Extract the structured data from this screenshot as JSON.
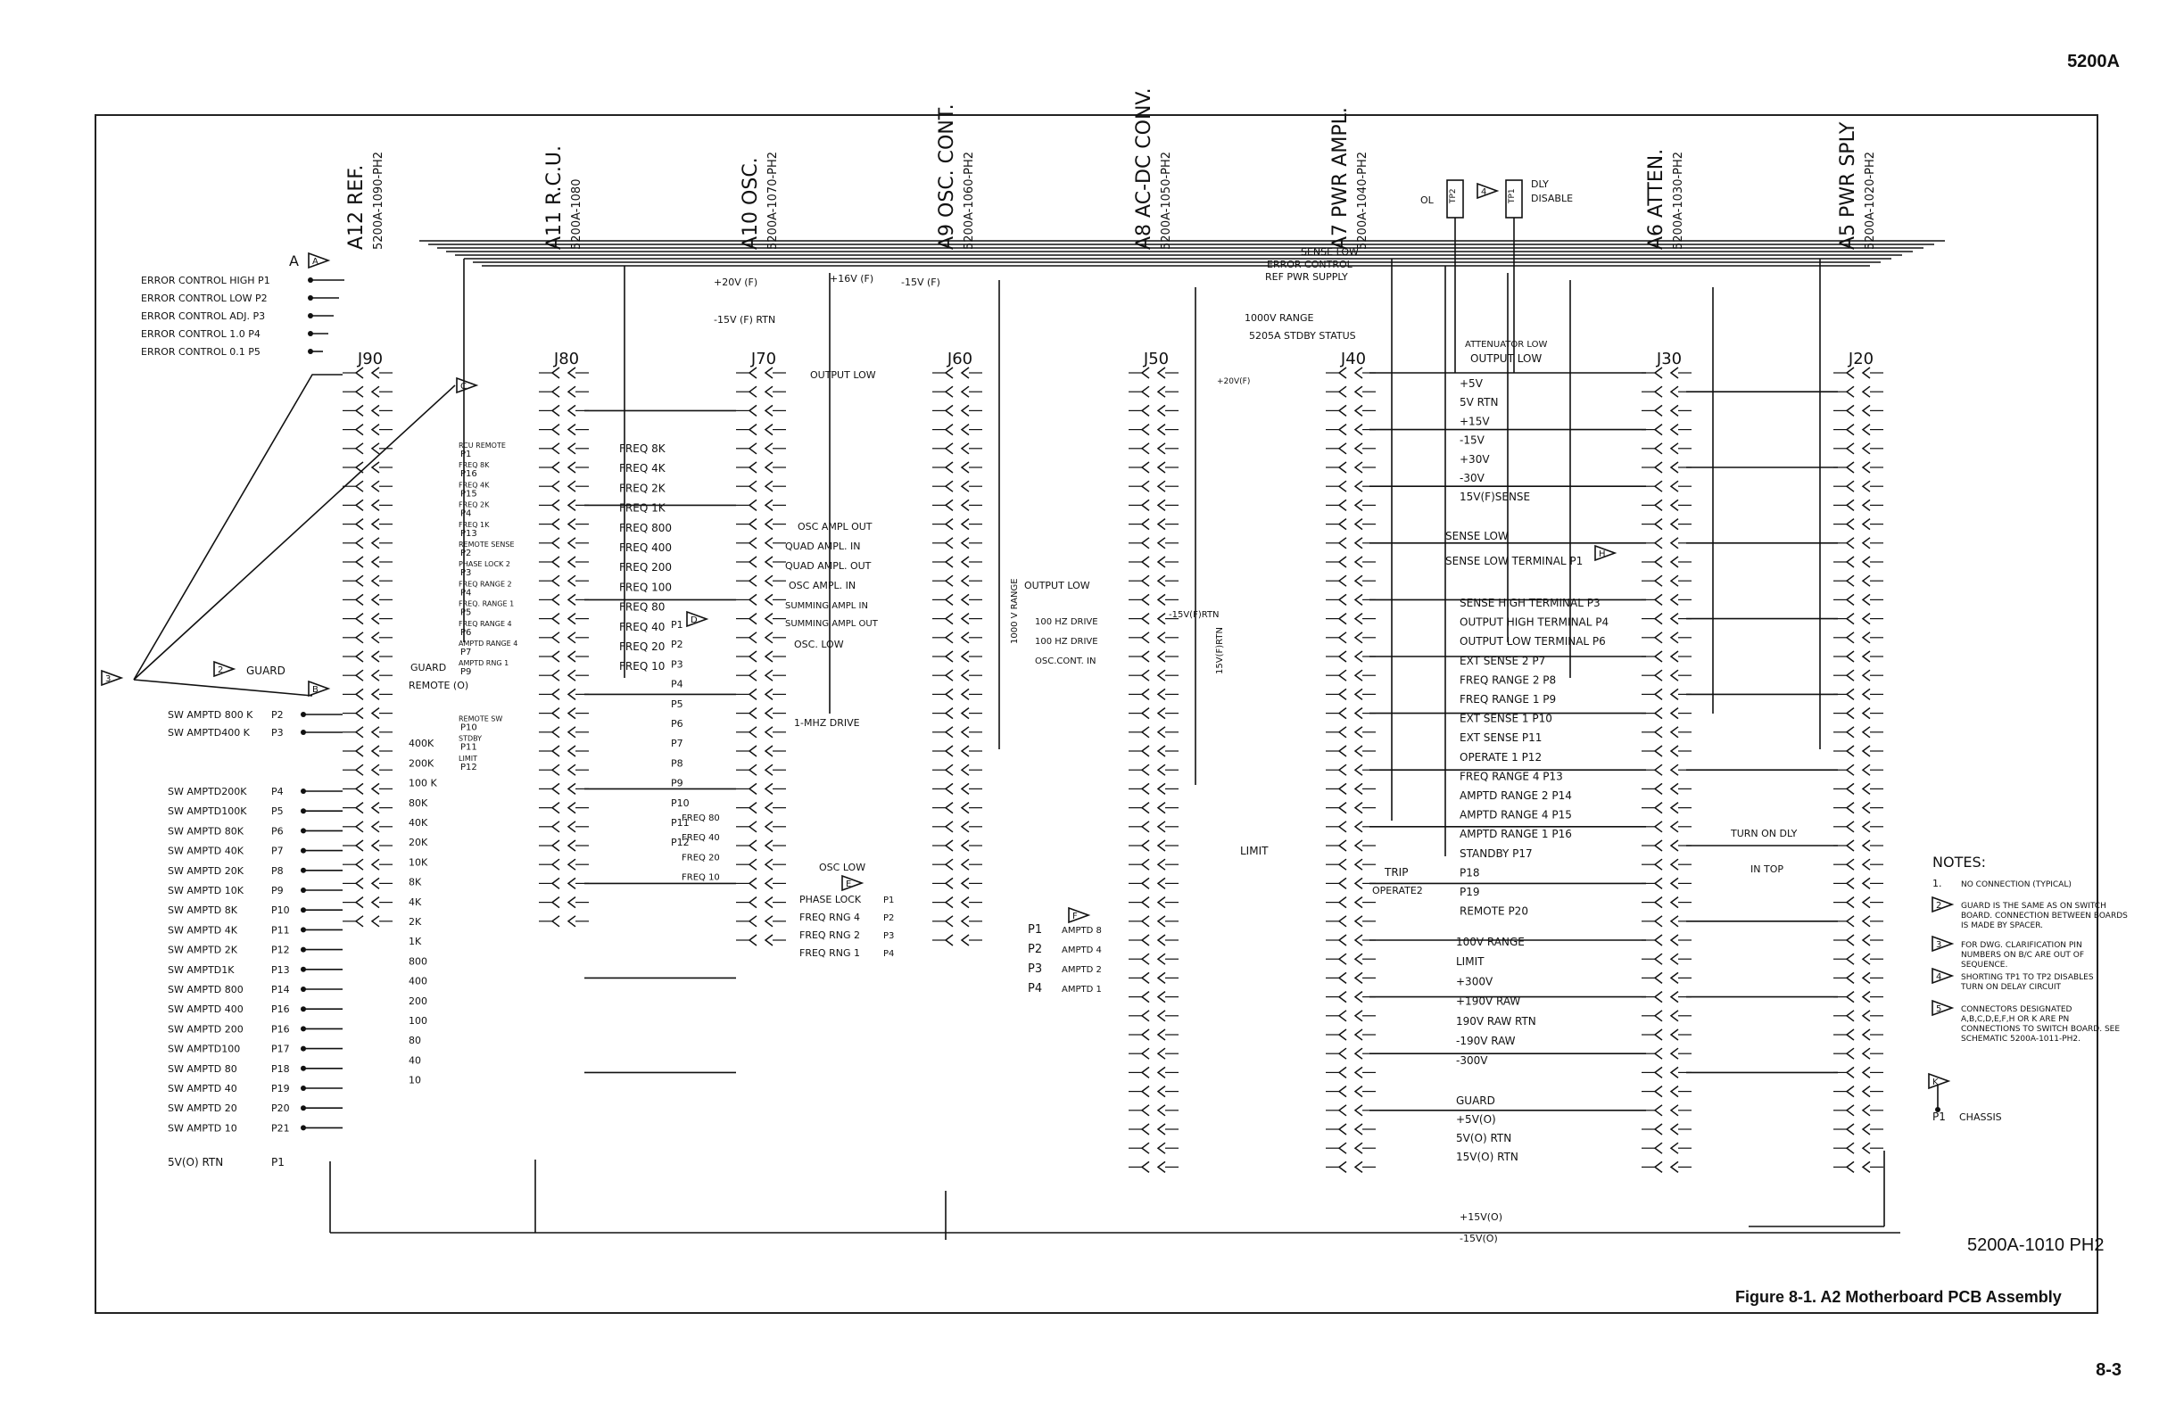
{
  "page": {
    "doc_number": "5200A",
    "page_number": "8-3",
    "figure_caption": "Figure 8-1. A2 Motherboard PCB Assembly",
    "drawing_number": "5200A-1010 PH2"
  },
  "assemblies": [
    {
      "id": "J90",
      "title": "A12 REF.",
      "part": "5200A-1090-PH2"
    },
    {
      "id": "J80",
      "title": "A11 R.C.U.",
      "part": "5200A-1080"
    },
    {
      "id": "J70",
      "title": "A10 OSC.",
      "part": "5200A-1070-PH2"
    },
    {
      "id": "J60",
      "title": "A9 OSC. CONT.",
      "part": "5200A-1060-PH2"
    },
    {
      "id": "J50",
      "title": "A8 AC-DC CONV.",
      "part": "5200A-1050-PH2"
    },
    {
      "id": "J40",
      "title": "A7 PWR AMPL.",
      "part": "5200A-1040-PH2"
    },
    {
      "id": "J30",
      "title": "A6 ATTEN.",
      "part": "5200A-1030-PH2"
    },
    {
      "id": "J20",
      "title": "A5 PWR SPLY",
      "part": "5200A-1020-PH2"
    }
  ],
  "top_markers": {
    "ol": "OL",
    "tp2": "TP2",
    "tp1": "TP1",
    "dly_disable": "DLY DISABLE",
    "marker_a": "A",
    "marker_b": "B",
    "marker_c": "C",
    "marker_d": "D",
    "marker_e": "E",
    "marker_f": "F",
    "marker_h": "H",
    "marker_k": "K",
    "note_ref_1": "1",
    "note_ref_2": "2",
    "note_ref_3": "3",
    "note_ref_4": "4",
    "note_ref_5": "5"
  },
  "bus_labels": {
    "sense_low": "SENSE LOW",
    "error_control": "ERROR CONTROL",
    "ref_pwr_supply": "REF PWR SUPPLY",
    "plus20v": "+20V (F)",
    "plus16v": "+16V (F)",
    "minus15v": "-15V (F)",
    "minus15v_rtn": "-15V (F) RTN",
    "range_1000v": "1000V RANGE",
    "stdby_status": "5205A STDBY STATUS",
    "output_low": "OUTPUT LOW",
    "plus20v_f": "+20V(F)",
    "osc_ampl_out": "OSC AMPL OUT",
    "quad_ampl_in": "QUAD AMPL. IN",
    "quad_ampl_out": "QUAD AMPL. OUT",
    "osc_ampl_in": "OSC AMPL. IN",
    "summing_ampl_in": "SUMMING AMPL IN",
    "summing_ampl_out": "SUMMING AMPL OUT",
    "osc_low_70": "OSC. LOW",
    "mhz_drive": "1-MHZ DRIVE",
    "osc_low": "OSC LOW",
    "v1000_range": "1000 V RANGE",
    "output_low_50": "OUTPUT LOW",
    "hz100_drive": "100 HZ DRIVE",
    "hz100_drive2": "100 HZ DRIVE",
    "osc_cont_in": "OSC.CONT. IN",
    "minus15v_rtn_50": "-15V(F)RTN",
    "minus15v_v": "15V(F)RTN",
    "guard": "GUARD",
    "limit": "LIMIT",
    "trip": "TRIP",
    "operate2": "OPERATE2",
    "turn_on_dly": "TURN ON DLY",
    "in_top": "IN TOP",
    "plus15v_o": "+15V(O)",
    "minus15v_o": "-15V(O)"
  },
  "left_signals": [
    {
      "label": "ERROR CONTROL HIGH",
      "pin": "P1"
    },
    {
      "label": "ERROR CONTROL LOW",
      "pin": "P2"
    },
    {
      "label": "ERROR CONTROL ADJ.",
      "pin": "P3"
    },
    {
      "label": "ERROR CONTROL 1.0",
      "pin": "P4"
    },
    {
      "label": "ERROR CONTROL 0.1",
      "pin": "P5"
    }
  ],
  "sw_signals": [
    {
      "label": "SW AMPTD 800 K",
      "pin": "P2"
    },
    {
      "label": "SW AMPTD400 K",
      "pin": "P3"
    },
    {
      "label": "SW AMPTD200K",
      "pin": "P4"
    },
    {
      "label": "SW AMPTD100K",
      "pin": "P5"
    },
    {
      "label": "SW AMPTD 80K",
      "pin": "P6"
    },
    {
      "label": "SW AMPTD 40K",
      "pin": "P7"
    },
    {
      "label": "SW AMPTD 20K",
      "pin": "P8"
    },
    {
      "label": "SW AMPTD 10K",
      "pin": "P9"
    },
    {
      "label": "SW AMPTD 8K",
      "pin": "P10"
    },
    {
      "label": "SW AMPTD 4K",
      "pin": "P11"
    },
    {
      "label": "SW AMPTD 2K",
      "pin": "P12"
    },
    {
      "label": "SW AMPTD1K",
      "pin": "P13"
    },
    {
      "label": "SW AMPTD 800",
      "pin": "P14"
    },
    {
      "label": "SW AMPTD 400",
      "pin": "P16"
    },
    {
      "label": "SW AMPTD 200",
      "pin": "P16"
    },
    {
      "label": "SW AMPTD100",
      "pin": "P17"
    },
    {
      "label": "SW AMPTD 80",
      "pin": "P18"
    },
    {
      "label": "SW AMPTD 40",
      "pin": "P19"
    },
    {
      "label": "SW AMPTD 20",
      "pin": "P20"
    },
    {
      "label": "SW AMPTD 10",
      "pin": "P21"
    }
  ],
  "rtn_label": "5V(O) RTN",
  "rtn_pin": "P1",
  "j90_right_labels": [
    "REMOTE (O)",
    "400K",
    "200K",
    "100 K",
    "80K",
    "40K",
    "20K",
    "10K",
    "8K",
    "4K",
    "2K",
    "1K",
    "800",
    "400",
    "200",
    "100",
    "80",
    "40",
    "10"
  ],
  "j80_signals": [
    {
      "label": "RCU REMOTE",
      "pin": "P1"
    },
    {
      "label": "FREQ 8K",
      "pin": "P16"
    },
    {
      "label": "FREQ 4K",
      "pin": "P15"
    },
    {
      "label": "FREQ 2K",
      "pin": "P4"
    },
    {
      "label": "FREQ 1K",
      "pin": "P13"
    },
    {
      "label": "REMOTE SENSE",
      "pin": "P2"
    },
    {
      "label": "PHASE LOCK 2",
      "pin": "P3"
    },
    {
      "label": "FREQ RANGE 2",
      "pin": "P4"
    },
    {
      "label": "FREQ. RANGE 1",
      "pin": "P5"
    },
    {
      "label": "FREQ RANGE 4",
      "pin": "P6"
    },
    {
      "label": "AMPTD RANGE 4",
      "pin": "P7"
    },
    {
      "label": "AMPTD RNG 1",
      "pin": "P9"
    },
    {
      "label": "REMOTE SW",
      "pin": "P10"
    },
    {
      "label": "STDBY",
      "pin": "P11"
    },
    {
      "label": "LIMIT",
      "pin": "P12"
    }
  ],
  "j80_freq_labels": [
    "FREQ 8K",
    "FREQ 4K",
    "FREQ 2K",
    "FREQ 1K",
    "FREQ 800",
    "FREQ 400",
    "FREQ 200",
    "FREQ 100",
    "FREQ 80",
    "FREQ 40",
    "FREQ 20",
    "FREQ 10"
  ],
  "j70_freq_labels": [
    "FREQ 80",
    "FREQ 40",
    "FREQ 20",
    "FREQ 10"
  ],
  "j70_pins": [
    "P1",
    "P2",
    "P3",
    "P4",
    "P5",
    "P6",
    "P7",
    "P8",
    "P9",
    "P10",
    "P11",
    "P12"
  ],
  "j60_signals": [
    {
      "label": "PHASE LOCK",
      "pin": "P1"
    },
    {
      "label": "FREQ RNG 4",
      "pin": "P2"
    },
    {
      "label": "FREQ RNG 2",
      "pin": "P3"
    },
    {
      "label": "FREQ RNG 1",
      "pin": "P4"
    }
  ],
  "j50_signals": [
    {
      "label": "AMPTD 8",
      "pin": "P1"
    },
    {
      "label": "AMPTD 4",
      "pin": "P2"
    },
    {
      "label": "AMPTD 2",
      "pin": "P3"
    },
    {
      "label": "AMPTD 1",
      "pin": "P4"
    }
  ],
  "j40_right_labels": [
    {
      "label": "+5V"
    },
    {
      "label": "5V RTN"
    },
    {
      "label": "+15V"
    },
    {
      "label": "-15V"
    },
    {
      "label": "+30V"
    },
    {
      "label": "-30V"
    },
    {
      "label": "15V(F)SENSE"
    },
    {
      "label": "SENSE LOW"
    },
    {
      "label": "SENSE LOW TERMINAL P1"
    },
    {
      "label": "SENSE HIGH TERMINAL P3"
    },
    {
      "label": "OUTPUT HIGH TERMINAL P4"
    },
    {
      "label": "OUTPUT LOW TERMINAL P6"
    },
    {
      "label": "EXT SENSE 2 P7"
    },
    {
      "label": "FREQ RANGE 2 P8"
    },
    {
      "label": "FREQ RANGE 1 P9"
    },
    {
      "label": "EXT SENSE 1 P10"
    },
    {
      "label": "EXT SENSE P11"
    },
    {
      "label": "OPERATE 1 P12"
    },
    {
      "label": "FREQ RANGE 4 P13"
    },
    {
      "label": "AMPTD RANGE 2 P14"
    },
    {
      "label": "AMPTD RANGE 4 P15"
    },
    {
      "label": "AMPTD RANGE 1 P16"
    },
    {
      "label": "STANDBY P17"
    },
    {
      "label": "P18"
    },
    {
      "label": "P19"
    },
    {
      "label": "REMOTE P20"
    },
    {
      "label": "100V RANGE"
    },
    {
      "label": "LIMIT"
    },
    {
      "label": "+300V"
    },
    {
      "label": "+190V RAW"
    },
    {
      "label": "190V RAW RTN"
    },
    {
      "label": "-190V RAW"
    },
    {
      "label": "-300V"
    },
    {
      "label": "GUARD"
    },
    {
      "label": "+5V(O)"
    },
    {
      "label": "5V(O) RTN"
    },
    {
      "label": "15V(O) RTN"
    }
  ],
  "attenuator_low": "ATTENUATOR LOW",
  "chassis": {
    "pin": "P1",
    "label": "CHASSIS"
  },
  "notes": {
    "title": "NOTES:",
    "items": [
      {
        "num": "1.",
        "text": "NO CONNECTION (TYPICAL)"
      },
      {
        "num": "2",
        "text": "GUARD IS THE SAME AS ON SWITCH BOARD. CONNECTION BETWEEN BOARDS IS MADE BY SPACER."
      },
      {
        "num": "3",
        "text": "FOR DWG. CLARIFICATION PIN NUMBERS ON B/C ARE OUT OF SEQUENCE."
      },
      {
        "num": "4",
        "text": "SHORTING TP1 TO TP2 DISABLES TURN ON DELAY CIRCUIT"
      },
      {
        "num": "5",
        "text": "CONNECTORS DESIGNATED A,B,C,D,E,F,H OR K ARE PN CONNECTIONS TO SWITCH BOARD. SEE SCHEMATIC 5200A-1011-PH2."
      }
    ]
  },
  "connector_ids": [
    "J90",
    "J80",
    "J70",
    "J60",
    "J50",
    "J40",
    "J30",
    "J20"
  ]
}
